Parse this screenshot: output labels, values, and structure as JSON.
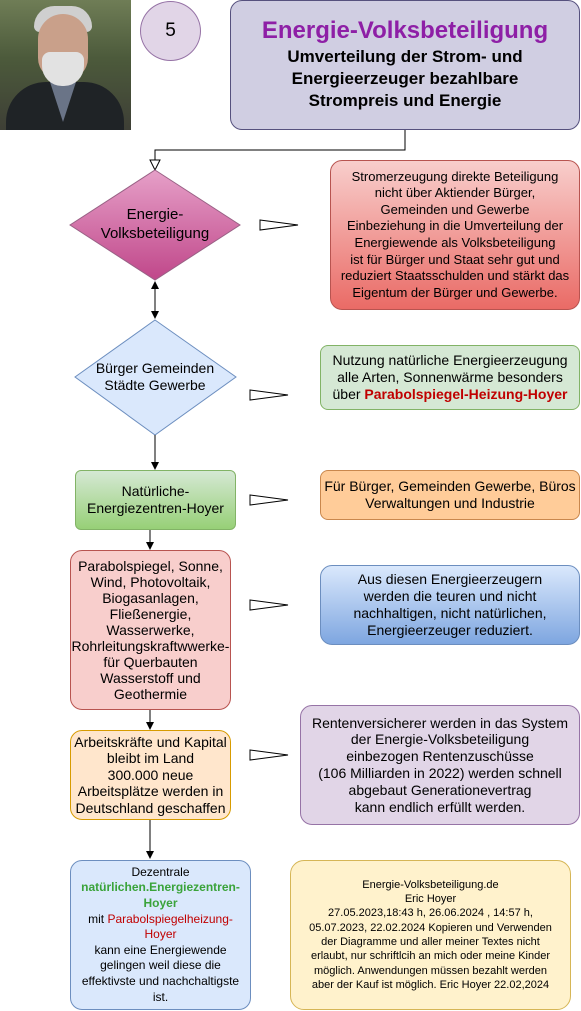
{
  "header": {
    "number": "5",
    "title": "Energie-Volksbeteiligung",
    "subtitle_lines": [
      "Umverteilung der Strom- und",
      "Energieerzeuger bezahlbare",
      "Strompreis und Energie"
    ]
  },
  "diamond1": {
    "lines": [
      "Energie-",
      "Volksbeteiligung"
    ]
  },
  "diamond2": {
    "lines": [
      "Bürger Gemeinden",
      "Städte Gewerbe"
    ]
  },
  "box_natural": {
    "lines": [
      "Natürliche-",
      "Energiezentren-Hoyer"
    ]
  },
  "box_sources": {
    "lines": [
      "Parabolspiegel, Sonne,",
      "Wind, Photovoltaik,",
      "Biogasanlagen,",
      "Fließenergie,",
      "Wasserwerke,",
      "Rohrleitungskraftwwerke-",
      "für Querbauten",
      "Wasserstoff und",
      "Geothermie"
    ]
  },
  "box_jobs": {
    "lines": [
      "Arbeitskräfte und Kapital",
      "bleibt im Land",
      "300.000 neue",
      "Arbeitsplätze werden in",
      "Deutschland geschaffen"
    ]
  },
  "box_decentral": {
    "line1": "Dezentrale",
    "green1": "natürlichen.Energiezentren-",
    "green2": "Hoyer",
    "mit": "mit",
    "red1": "Parabolspiegelheizung-",
    "red2": "Hoyer",
    "rest": [
      "kann eine Energiewende",
      "gelingen weil diese die",
      "effektivste und nachchaltigste",
      "ist."
    ]
  },
  "right_boxes": {
    "r1": [
      "Stromerzeugung direkte Beteiligung",
      "nicht über Aktiender Bürger,",
      "Gemeinden und Gewerbe",
      "Einbeziehung in die Umverteilung der",
      "Energiewende als Volksbeteiligung",
      "ist für Bürger und Staat sehr gut und",
      "reduziert Staatsschulden und stärkt das",
      "Eigentum der Bürger und Gewerbe."
    ],
    "r2_lines": [
      "Nutzung natürliche Energieerzeugung",
      "alle Arten, Sonnenwärme besonders"
    ],
    "r2_prefix": "über",
    "r2_highlight": "Parabolspiegel-Heizung-Hoyer",
    "r3": [
      "Für Bürger, Gemeinden Gewerbe, Büros",
      "Verwaltungen und Industrie"
    ],
    "r4": [
      "Aus diesen Energieerzeugern",
      "werden die teuren und nicht",
      "nachhaltigen, nicht  natürlichen,",
      "Energieerzeuger reduziert."
    ],
    "r5": [
      "Rentenversicherer werden in das System",
      "der Energie-Volksbeteiligung",
      "einbezogen  Rentenzuschüsse",
      "(106 Milliarden in 2022) werden schnell",
      "abgebaut Generationevertrag",
      "kann endlich erfüllt werden."
    ],
    "r6": [
      "Energie-Volksbeteiligung.de",
      "Eric Hoyer",
      "27.05.2023,18:43 h, 26.06.2024 , 14:57 h,",
      "05.07.2023, 22.02.2024 Kopieren und Verwenden",
      "der Diagramme und aller meiner Textes nicht",
      "erlaubt, nur schriftlcih an mich oder meine Kinder",
      "möglich. Anwendungen müssen bezahlt werden",
      "aber der Kauf ist möglich. Eric Hoyer 22.02,2024"
    ]
  },
  "colors": {
    "title_purple": "#8e1fa6",
    "diamond1_fill": "#d65c9c",
    "diamond2_fill": "#dae8fc",
    "highlight_red": "#c00000",
    "highlight_green": "#3aa33a"
  }
}
